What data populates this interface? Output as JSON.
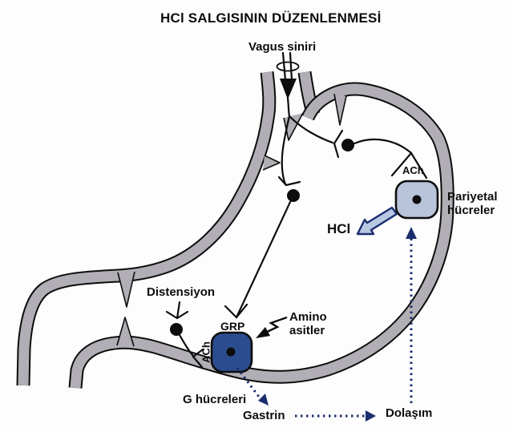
{
  "title": "HCl SALGISININ DÜZENLENMESİ",
  "labels": {
    "vagus": "Vagus siniri",
    "parietal_cells": "Pariyetal hücreler",
    "hcl": "HCl",
    "ach_parietal": "ACh",
    "distension": "Distensiyon",
    "grp": "GRP",
    "ach_gcell": "ACh",
    "amino_acids": "Amino asitler",
    "g_cells": "G hücreleri",
    "gastrin": "Gastrin",
    "circulation": "Dolaşım"
  },
  "colors": {
    "stomach_wall": "#b1aeb5",
    "parietal_cell_fill": "#b9c3d9",
    "g_cell_fill": "#2b4c8e",
    "hcl_arrow_fill": "#b9c8e2",
    "navy_accent": "#1b2d6e",
    "line_black": "#0d0d0d"
  }
}
